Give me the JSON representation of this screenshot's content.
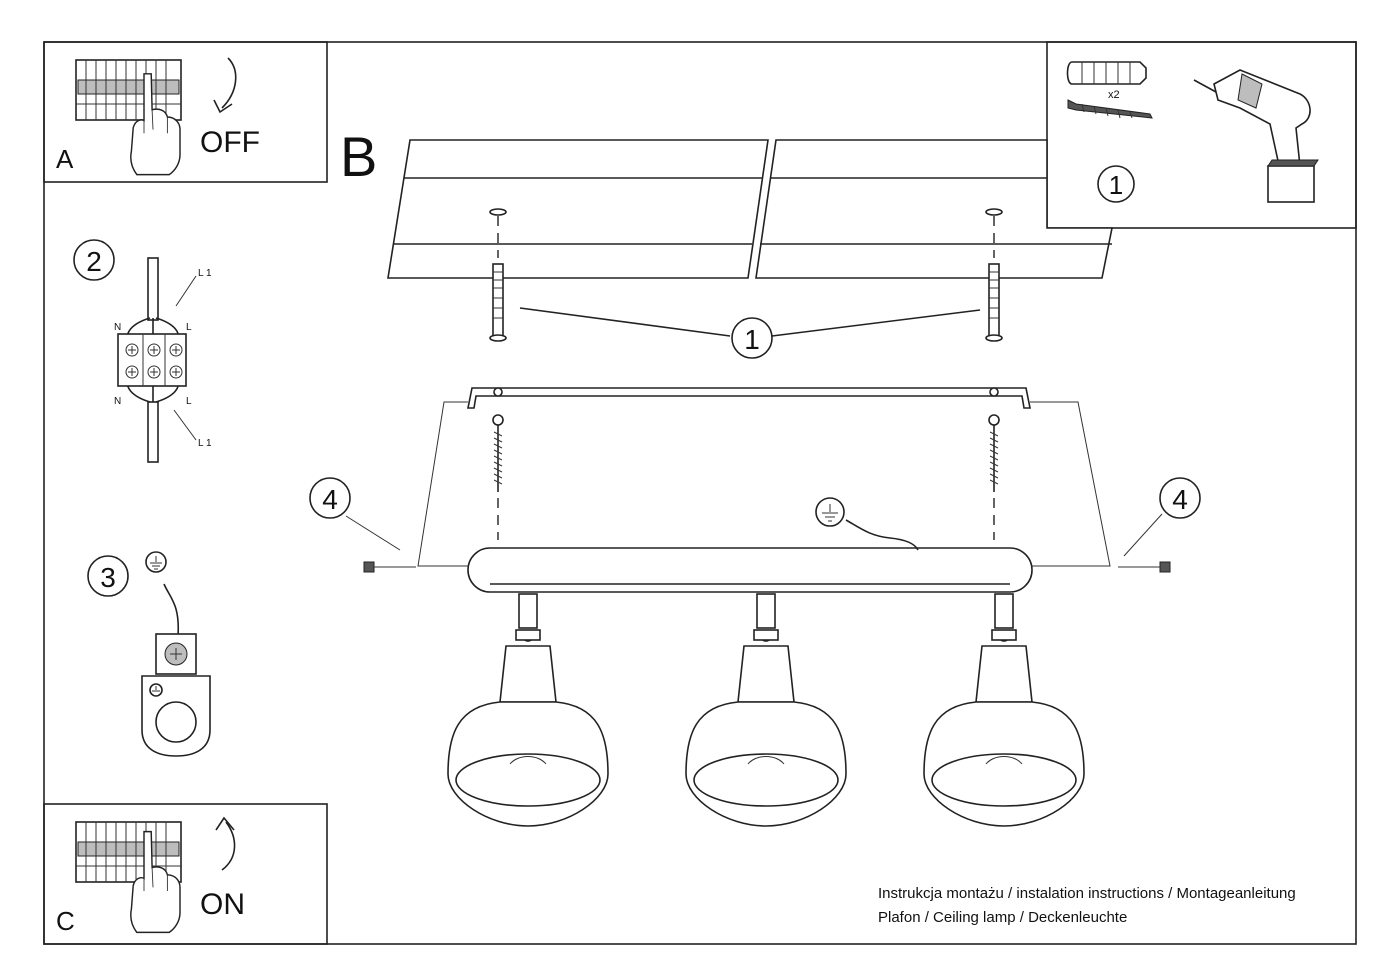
{
  "panels": {
    "a": {
      "letter": "A",
      "action": "OFF"
    },
    "b": {
      "letter": "B"
    },
    "c": {
      "letter": "C",
      "action": "ON"
    }
  },
  "callouts": {
    "step1": "1",
    "step2": "2",
    "step3": "3",
    "step4": "4"
  },
  "tools": {
    "quantity": "x2"
  },
  "wiring": {
    "l1": "L 1",
    "n": "N",
    "l": "L"
  },
  "footer": {
    "line1": "Instrukcja montażu / instalation instructions / Montageanleitung",
    "line2": "Plafon / Ceiling lamp / Deckenleuchte"
  }
}
